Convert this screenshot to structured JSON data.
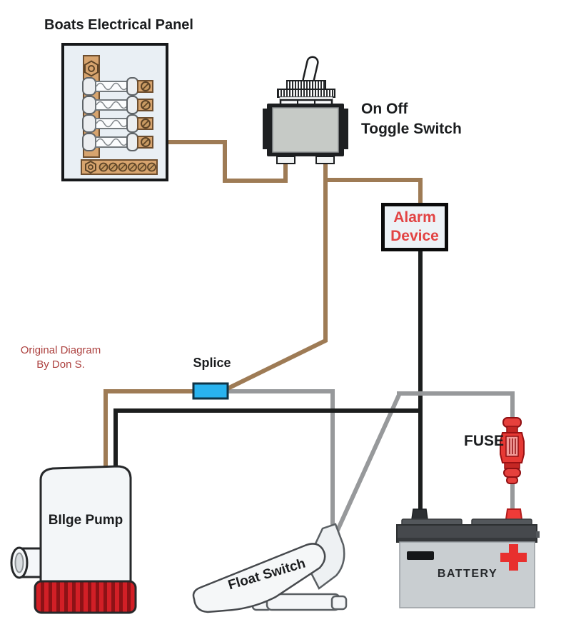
{
  "credit": {
    "text": "Original Diagram\nBy Don S."
  },
  "components": {
    "electrical_panel": {
      "label": "Boats Electrical Panel"
    },
    "toggle_switch": {
      "label": "On Off\nToggle Switch"
    },
    "alarm_device": {
      "label": "Alarm\nDevice"
    },
    "splice": {
      "label": "Splice"
    },
    "fuse": {
      "label": "FUSE"
    },
    "bilge_pump": {
      "label": "BIlge Pump"
    },
    "float_switch": {
      "label": "Float Switch"
    },
    "battery": {
      "label": "BATTERY"
    }
  },
  "wire_colors": {
    "brown": "#9e7b55",
    "gray": "#97999b",
    "black": "#1c1e1e"
  },
  "accent_colors": {
    "splice_blue": "#29b3ef",
    "alarm_text_red": "#e24343",
    "credit_text_red": "#ac403e",
    "fuse_red": "#e63934",
    "pump_base_red": "#d21f26",
    "battery_plus_red": "#e8302e",
    "panel_tan": "#d7a46e"
  },
  "connections": [
    "electrical panel → toggle switch (brown wire)",
    "toggle switch → splice (brown wire)",
    "toggle switch → alarm device (brown wire)",
    "splice → bilge pump (brown wire)",
    "splice → float switch (gray wire)",
    "float switch → fuse → battery positive (gray wire)",
    "alarm device → battery negative (black wire)",
    "bilge pump → battery negative junction (black wire)"
  ]
}
